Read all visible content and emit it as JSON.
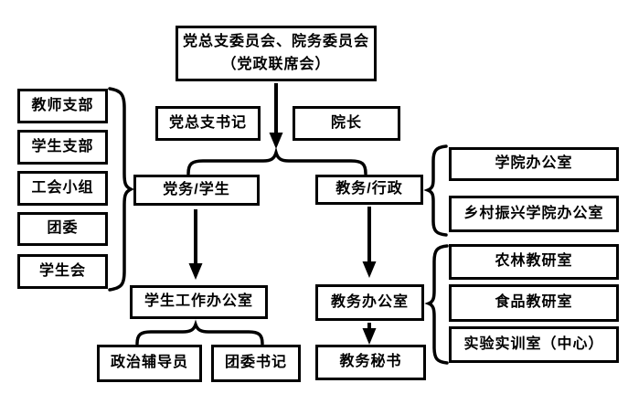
{
  "chart": {
    "root": {
      "line1": "党总支委员会、院务委员会",
      "line2": "（党政联席会）"
    },
    "leaders": {
      "party_secretary": "党总支书记",
      "dean": "院长"
    },
    "left_group": [
      "教师支部",
      "学生支部",
      "工会小组",
      "团委",
      "学生会"
    ],
    "branches": {
      "party": "党务/学生",
      "admin": "教务/行政"
    },
    "admin_offices": [
      "学院办公室",
      "乡村振兴学院办公室"
    ],
    "teaching_sections": [
      "农林教研室",
      "食品教研室",
      "实验实训室（中心）"
    ],
    "student_affairs": {
      "office": "学生工作办公室",
      "children": [
        "政治辅导员",
        "团委书记"
      ]
    },
    "academic": {
      "office": "教务办公室",
      "secretary": "教务秘书"
    }
  },
  "colors": {
    "line": "#000000",
    "background": "#ffffff",
    "box_background": "#ffffff",
    "text": "#000000"
  }
}
